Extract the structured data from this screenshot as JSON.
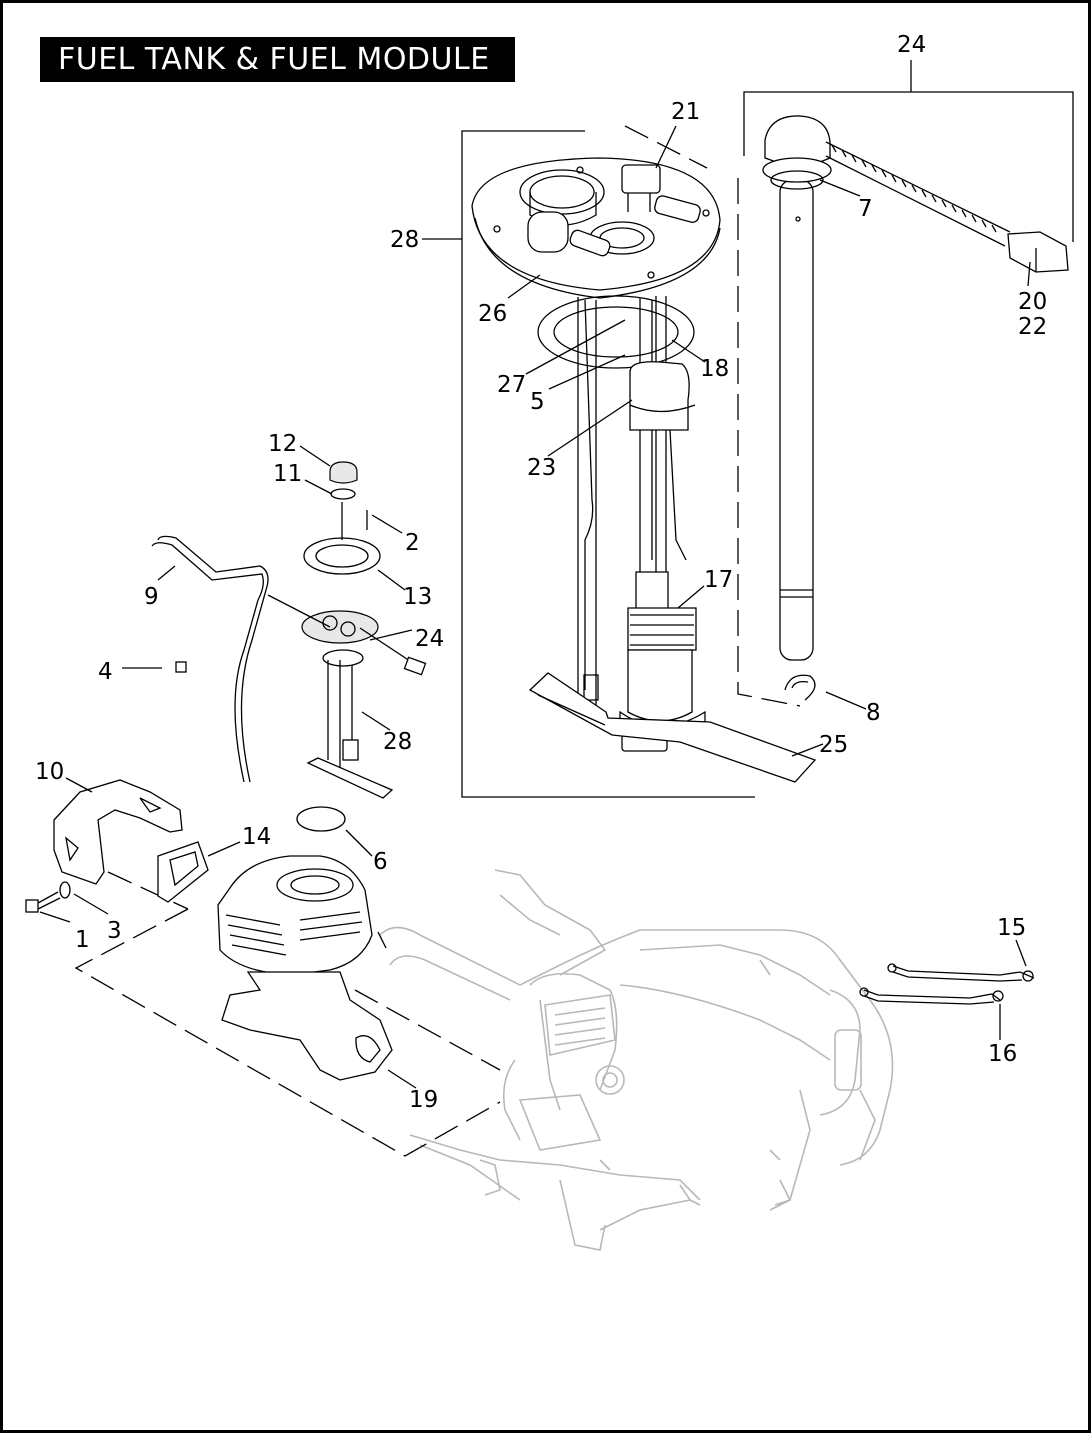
{
  "title": "FUEL TANK & FUEL MODULE",
  "callouts": [
    "24",
    "21",
    "7",
    "28",
    "20",
    "22",
    "26",
    "18",
    "27",
    "5",
    "23",
    "12",
    "11",
    "2",
    "13",
    "9",
    "24",
    "4",
    "28",
    "17",
    "8",
    "25",
    "10",
    "14",
    "6",
    "1",
    "3",
    "15",
    "16",
    "19"
  ]
}
